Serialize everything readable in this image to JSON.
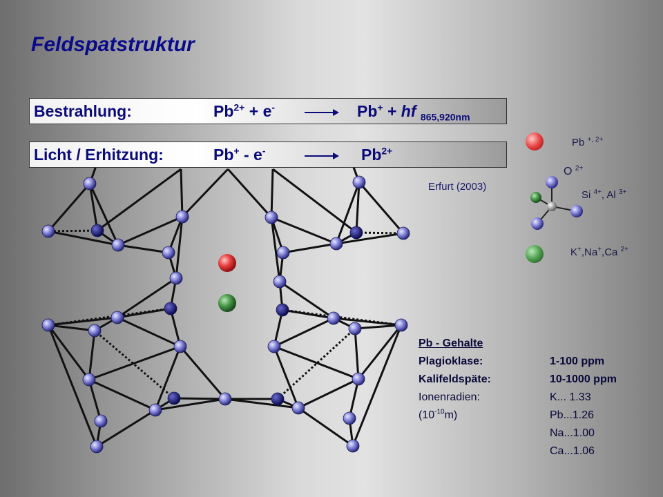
{
  "title": "Feldspatstruktur",
  "reaction1": {
    "label": "Bestrahlung:",
    "pb_left": "Pb",
    "pb_left_charge": "2+",
    "plus_e": "+ e",
    "e_charge": "-",
    "pb_right": "Pb",
    "pb_right_charge": "+",
    "plus_hf": "+",
    "hf": "hf",
    "wavelength": "865,920nm"
  },
  "reaction2": {
    "label": "Licht / Erhitzung:",
    "pb_left": "Pb",
    "pb_left_charge": "+",
    "minus_e": "-  e",
    "e_charge": "-",
    "pb_right": "Pb",
    "pb_right_charge": "2+"
  },
  "citation": "Erfurt (2003)",
  "legend": {
    "pb": {
      "text": "Pb",
      "charge": "+, 2+",
      "color": "#e03030"
    },
    "o": {
      "text": "O",
      "charge": "2+"
    },
    "si": {
      "text": "Si",
      "charge1": "4+",
      "text2": ", Al",
      "charge2": "3+"
    },
    "k": {
      "text1": "K",
      "c1": "+",
      "text2": ",Na",
      "c2": "+",
      "text3": ",Ca",
      "c3": "2+",
      "color": "#3a8a3a"
    }
  },
  "pb_table": {
    "heading": "Pb - Gehalte",
    "rows": [
      {
        "label": "Plagioklase:",
        "value": "1-100 ppm"
      },
      {
        "label": "Kalifeldspäte:",
        "value": "10-1000 ppm"
      },
      {
        "label": "Ionenradien:",
        "value": "K...  1.33"
      }
    ],
    "unit_prefix": "(10",
    "unit_exp": "-10",
    "unit_suffix": "m)",
    "radii": [
      "Pb...1.26",
      "Na...1.00",
      "Ca...1.06"
    ]
  }
}
